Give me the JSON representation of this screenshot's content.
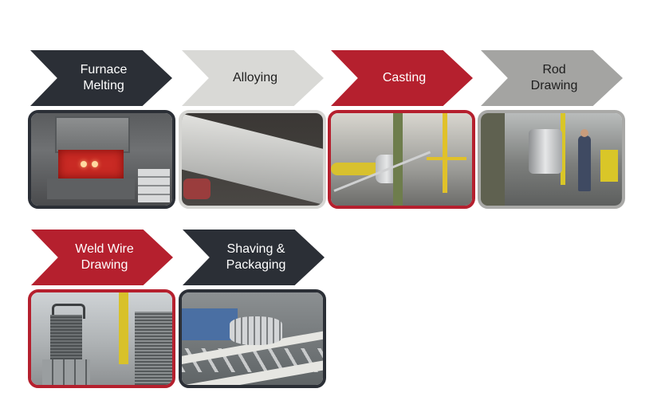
{
  "diagram": {
    "type": "process-flow",
    "steps": [
      {
        "label": "Furnace\nMelting",
        "arrow_color": "#2b2f36",
        "text_color": "#ffffff",
        "photo": "furnace-photo"
      },
      {
        "label": "Alloying",
        "arrow_color": "#d9d9d6",
        "text_color": "#1e1e1e",
        "photo": "alloying-photo"
      },
      {
        "label": "Casting",
        "arrow_color": "#b5202e",
        "text_color": "#ffffff",
        "photo": "casting-photo"
      },
      {
        "label": "Rod\nDrawing",
        "arrow_color": "#a4a4a2",
        "text_color": "#1e1e1e",
        "photo": "rod-drawing-photo"
      },
      {
        "label": "Weld Wire\nDrawing",
        "arrow_color": "#b5202e",
        "text_color": "#ffffff",
        "photo": "weld-wire-photo"
      },
      {
        "label": "Shaving &\nPackaging",
        "arrow_color": "#2b2f36",
        "text_color": "#ffffff",
        "photo": "packaging-photo"
      }
    ]
  }
}
